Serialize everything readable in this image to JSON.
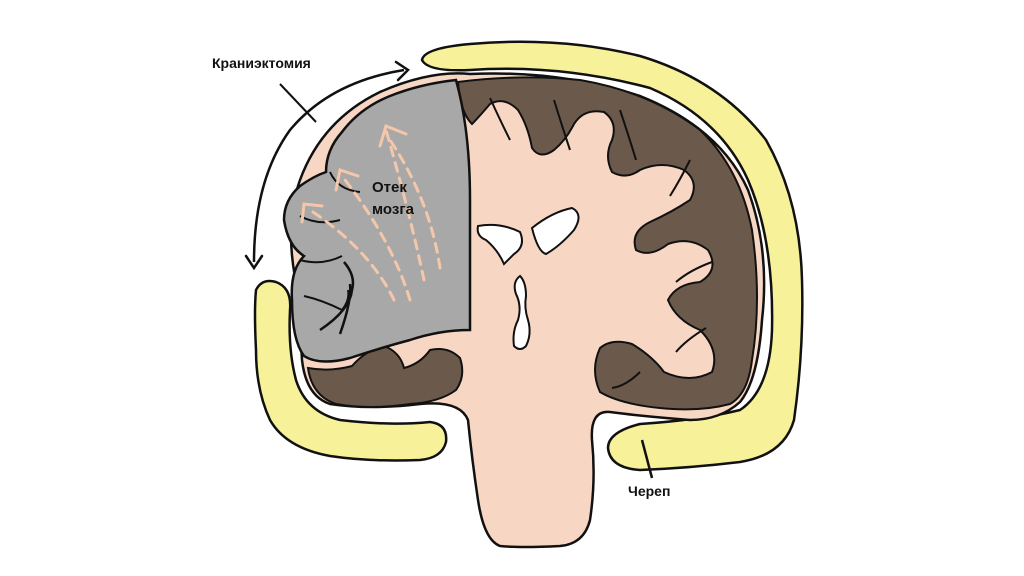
{
  "labels": {
    "craniectomy": "Краниэктомия",
    "edema_line1": "Отек",
    "edema_line2": "мозга",
    "skull": "Череп"
  },
  "colors": {
    "skull": "#f7f29a",
    "gray_matter": "#6b5a4c",
    "white_matter": "#f8d6c4",
    "edema": "#a8a8a8",
    "arrows": "#f4c7aa",
    "outline": "#111111",
    "background": "#ffffff"
  }
}
